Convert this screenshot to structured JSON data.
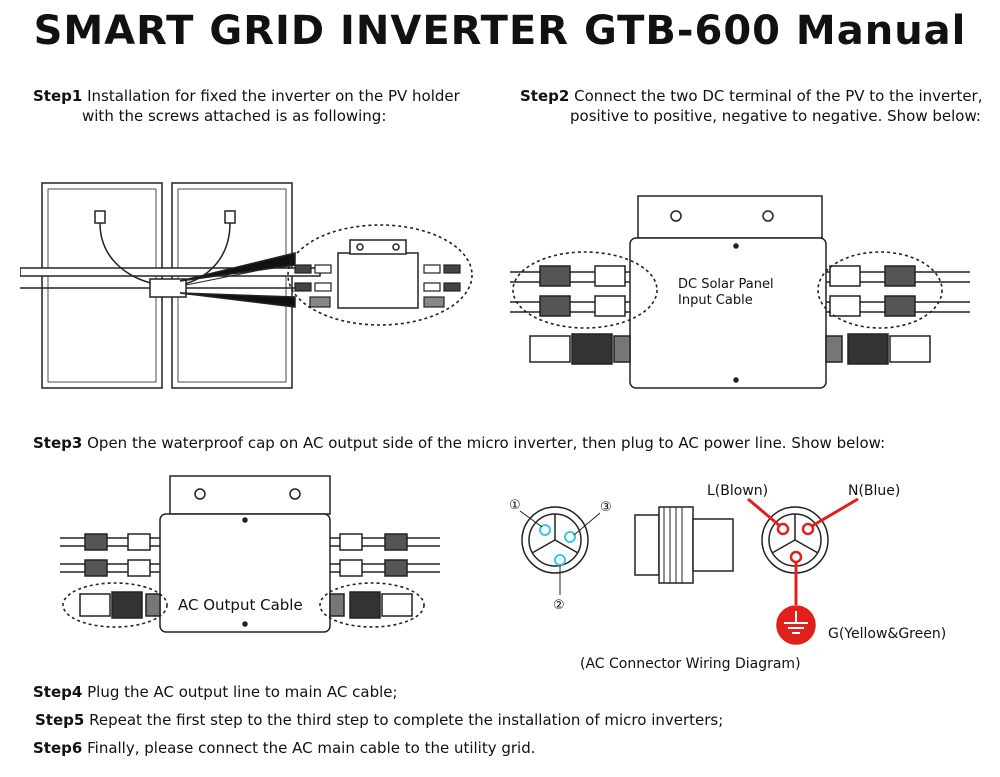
{
  "title": "SMART GRID INVERTER GTB-600 Manual",
  "step1": {
    "label": "Step1",
    "text": "Installation for fixed the inverter on the PV holder",
    "text2": "with the screws attached is as following:"
  },
  "step2": {
    "label": "Step2",
    "text": "Connect the two DC terminal of the PV to the inverter,",
    "text2": "positive to positive, negative to negative. Show below:"
  },
  "step3": {
    "label": "Step3",
    "text": "Open the waterproof cap on AC output side of the micro inverter, then plug to AC power line. Show below:"
  },
  "step4": {
    "label": "Step4",
    "text": "Plug the AC output line to main AC cable;"
  },
  "step5": {
    "label": "Step5",
    "text": "Repeat the first step to the third step to complete the installation of micro inverters;"
  },
  "step6": {
    "label": "Step6",
    "text": "Finally, please connect the AC main cable to the utility grid."
  },
  "figure2": {
    "callout1": "DC Solar Panel",
    "callout2": "Input Cable"
  },
  "figure3": {
    "callout": "AC Output Cable"
  },
  "figure4": {
    "pin1": "①",
    "pin2": "②",
    "pin3": "③",
    "live": "L(Blown)",
    "neutral": "N(Blue)",
    "ground": "G(Yellow&Green)",
    "caption": "(AC Connector Wiring Diagram)"
  },
  "colors": {
    "accent_red": "#e0211b",
    "accent_blue": "#3cc7e6"
  }
}
